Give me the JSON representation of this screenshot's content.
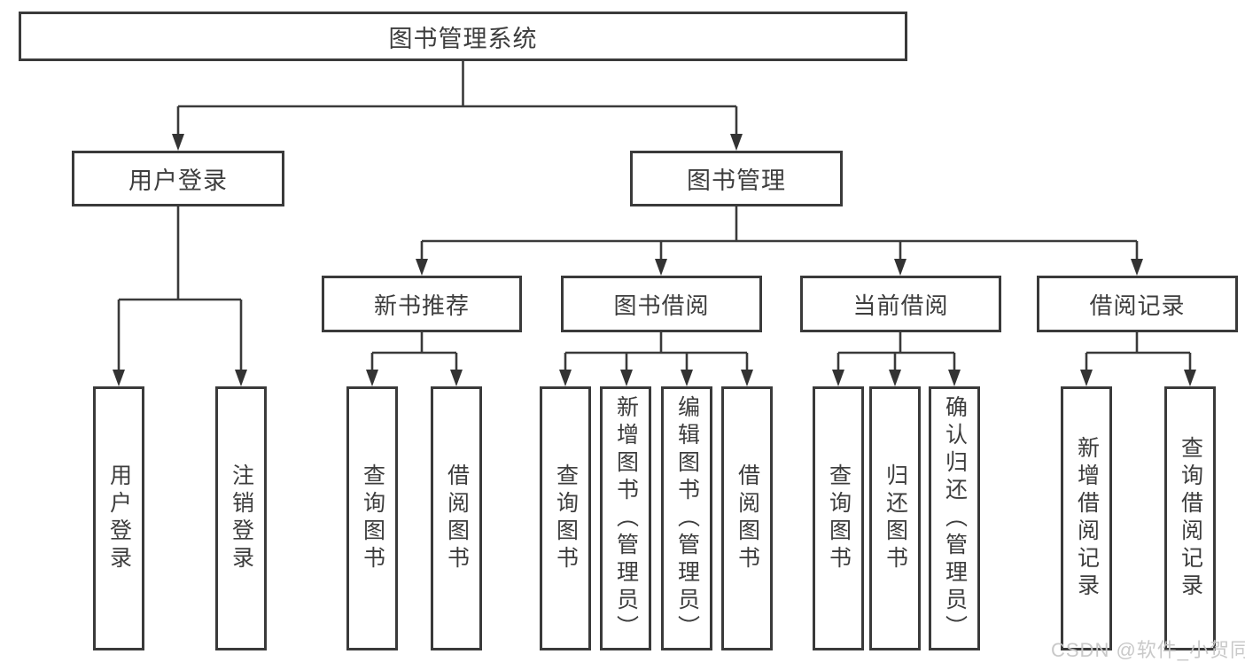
{
  "tree": {
    "root": "图书管理系统",
    "children": [
      {
        "label": "用户登录",
        "children": [
          "用户登录",
          "注销登录"
        ]
      },
      {
        "label": "图书管理",
        "children": [
          {
            "label": "新书推荐",
            "children": [
              "查询图书",
              "借阅图书"
            ]
          },
          {
            "label": "图书借阅",
            "children": [
              "查询图书",
              "新增图书（管理员）",
              "编辑图书（管理员）",
              "借阅图书"
            ]
          },
          {
            "label": "当前借阅",
            "children": [
              "查询图书",
              "归还图书",
              "确认归还（管理员）"
            ]
          },
          {
            "label": "借阅记录",
            "children": [
              "新增借阅记录",
              "查询借阅记录"
            ]
          }
        ]
      }
    ]
  },
  "watermark": "CSDN @软件_小贺同学",
  "colors": {
    "line": "#3a3a3a",
    "text": "#3d3d3d",
    "watermark": "#c6c6c6",
    "background": "#ffffff"
  }
}
